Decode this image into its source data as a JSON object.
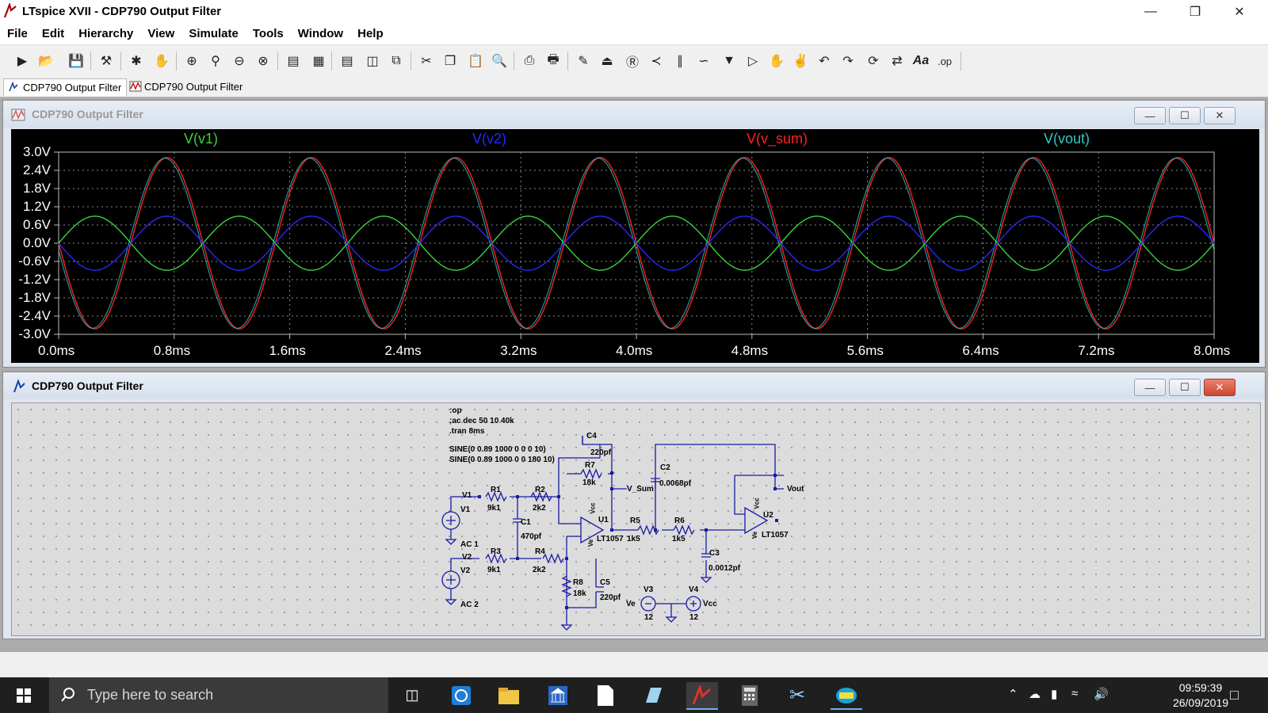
{
  "window": {
    "title": "LTspice XVII - CDP790 Output Filter"
  },
  "menu": [
    "File",
    "Edit",
    "Hierarchy",
    "View",
    "Simulate",
    "Tools",
    "Window",
    "Help"
  ],
  "toolbar_icons": [
    "run-icon",
    "open-icon",
    "save-icon",
    "control-panel-icon",
    "halt-icon",
    "pan-icon",
    "zoom-in-icon",
    "zoom-area-icon",
    "zoom-out-icon",
    "zoom-cancel-icon",
    "autorange-icon",
    "grid-icon",
    "tile-horizontal-icon",
    "tile-vertical-icon",
    "cascade-icon",
    "cut-icon",
    "copy-icon",
    "paste-icon",
    "find-icon",
    "print-setup-icon",
    "print-icon",
    "draw-wire-icon",
    "ground-icon",
    "label-net-icon",
    "resistor-icon",
    "capacitor-icon",
    "inductor-icon",
    "diode-icon",
    "component-icon",
    "move-icon",
    "drag-icon",
    "undo-icon",
    "redo-icon",
    "rotate-icon",
    "mirror-icon",
    "text-icon",
    "spice-directive-icon"
  ],
  "tabs": [
    {
      "label": "CDP790 Output Filter",
      "icon": "schematic-icon",
      "active": true
    },
    {
      "label": "CDP790 Output Filter",
      "icon": "waveform-icon",
      "active": false
    }
  ],
  "waveform_window": {
    "title": "CDP790 Output Filter"
  },
  "schematic_window": {
    "title": "CDP790 Output Filter"
  },
  "chart_data": {
    "type": "line",
    "x_tick_labels": [
      "0.0ms",
      "0.8ms",
      "1.6ms",
      "2.4ms",
      "3.2ms",
      "4.0ms",
      "4.8ms",
      "5.6ms",
      "6.4ms",
      "7.2ms",
      "8.0ms"
    ],
    "y_tick_labels": [
      "3.0V",
      "2.4V",
      "1.8V",
      "1.2V",
      "0.6V",
      "0.0V",
      "-0.6V",
      "-1.2V",
      "-1.8V",
      "-2.4V",
      "-3.0V"
    ],
    "xlim": [
      0,
      8
    ],
    "ylim": [
      -3.0,
      3.0
    ],
    "x_unit": "ms",
    "frequency_khz": 1,
    "series": [
      {
        "name": "V(v1)",
        "color": "#3cd23c",
        "amplitude": 0.89,
        "phase_deg": 0
      },
      {
        "name": "V(v2)",
        "color": "#2828ff",
        "amplitude": 0.89,
        "phase_deg": 180
      },
      {
        "name": "V(v_sum)",
        "color": "#ff2020",
        "amplitude": 2.82,
        "phase_deg": 180
      },
      {
        "name": "V(vout)",
        "color": "#30c8c8",
        "amplitude": 2.8,
        "phase_deg": 185
      }
    ],
    "grid": true
  },
  "schematic": {
    "directives": [
      ":op",
      ";ac dec 50 10 40k",
      ".tran 8ms"
    ],
    "sources": [
      "SINE(0 0.89 1000 0 0 0 10)",
      "SINE(0 0.89 1000 0 0 180 10)"
    ],
    "labels": {
      "V1": "V1",
      "V1b": "V1",
      "AC1": "AC 1",
      "V2": "V2",
      "V2b": "V2",
      "AC2": "AC 2",
      "R1": "R1",
      "R1v": "9k1",
      "R2": "R2",
      "R2v": "2k2",
      "R3": "R3",
      "R3v": "9k1",
      "R4": "R4",
      "R4v": "2k2",
      "C1": "C1",
      "C1v": "470pf",
      "C4": "C4",
      "C4v": "220pf",
      "R7": "R7",
      "R7v": "18k",
      "VSum": "V_Sum",
      "U1": "U1",
      "U1v": "LT1057",
      "Vcc1": "Vcc",
      "Ve1": "Ve",
      "R5": "R5",
      "R5v": "1k5",
      "R6": "R6",
      "R6v": "1k5",
      "C2": "C2",
      "C2v": "0.0068pf",
      "C3": "C3",
      "C3v": "0.0012pf",
      "U2": "U2",
      "U2v": "LT1057",
      "Vcc2": "Vcc",
      "Ve2": "Ve",
      "Vout": "Vout",
      "R8": "R8",
      "R8v": "18k",
      "C5": "C5",
      "C5v": "220pf",
      "V3": "V3",
      "V3v": "12",
      "V3n": "Ve",
      "V4": "V4",
      "V4v": "12",
      "V4n": "Vcc"
    }
  },
  "taskbar": {
    "search_placeholder": "Type here to search",
    "apps": [
      "task-view-icon",
      "edge-refresh-icon",
      "file-explorer-icon",
      "bank-icon",
      "document-icon",
      "notepad-icon",
      "ltspice-icon",
      "calculator-icon",
      "snipping-tool-icon",
      "dev-tool-icon"
    ],
    "time": "09:59:39",
    "date": "26/09/2019"
  }
}
